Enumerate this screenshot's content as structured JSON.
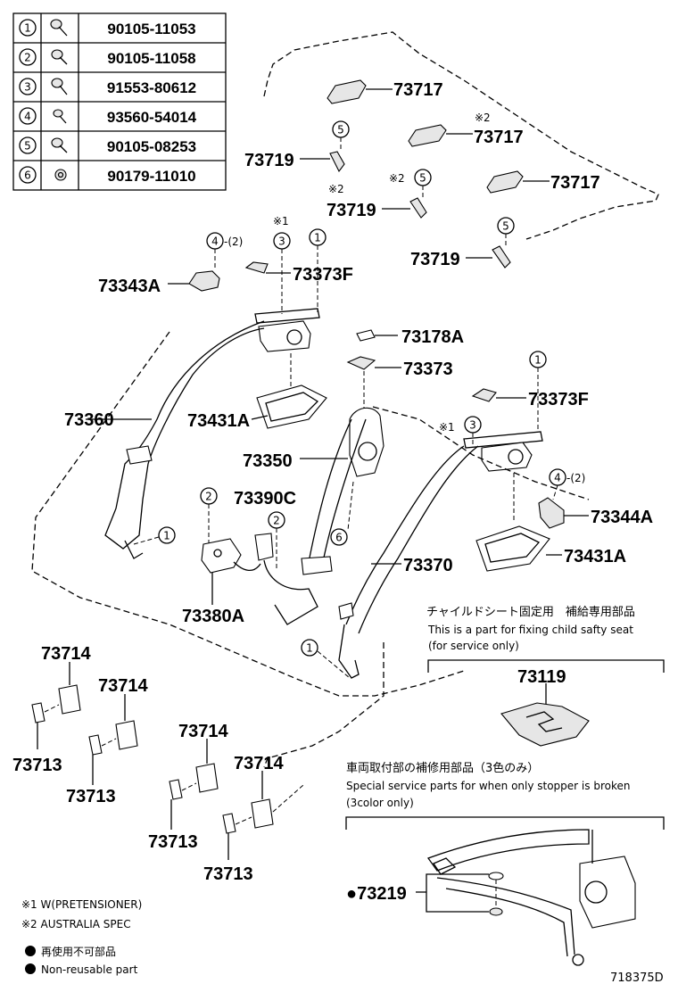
{
  "fastener_table": [
    {
      "num": "1",
      "part": "90105-11053"
    },
    {
      "num": "2",
      "part": "90105-11058"
    },
    {
      "num": "3",
      "part": "91553-80612"
    },
    {
      "num": "4",
      "part": "93560-54014"
    },
    {
      "num": "5",
      "part": "90105-08253"
    },
    {
      "num": "6",
      "part": "90179-11010"
    }
  ],
  "callouts": {
    "c73717a": "73717",
    "c73717b": "73717",
    "c73717c": "73717",
    "c73719a": "73719",
    "c73719b": "73719",
    "c73719c": "73719",
    "c73343A": "73343A",
    "c73373F_left": "73373F",
    "c73178A": "73178A",
    "c73373": "73373",
    "c73373F_right": "73373F",
    "c73360": "73360",
    "c73431A_left": "73431A",
    "c73350": "73350",
    "c73390C": "73390C",
    "c73344A": "73344A",
    "c73431A_right": "73431A",
    "c73370": "73370",
    "c73380A": "73380A",
    "c73714a": "73714",
    "c73714b": "73714",
    "c73714c": "73714",
    "c73714d": "73714",
    "c73713a": "73713",
    "c73713b": "73713",
    "c73713c": "73713",
    "c73713d": "73713",
    "c73119": "73119",
    "c73219": "●73219"
  },
  "circle_nums": {
    "n5a": "5",
    "n5b": "5",
    "n5c": "5",
    "n4a": "4",
    "n3a": "3",
    "n1a": "1",
    "n1b": "1",
    "n3b": "3",
    "n4b": "4",
    "n2a": "2",
    "n2b": "2",
    "n1c": "1",
    "n6": "6",
    "n1d": "1"
  },
  "marks": {
    "m2a": "※2",
    "m2b": "※2",
    "m2c": "※2",
    "m1a": "※1",
    "m1b": "※1",
    "q4a": "-(2)",
    "q4b": "-(2)"
  },
  "notes": {
    "child_seat_jp": "チャイルドシート固定用　補給専用部品",
    "child_seat_en1": "This is a part for fixing child safty seat",
    "child_seat_en2": "(for service only)",
    "stopper_jp": "車両取付部の補修用部品（3色のみ）",
    "stopper_en1": "Special service parts for when only stopper is broken",
    "stopper_en2": "(3color only)"
  },
  "legend": {
    "l1": "※1 W(PRETENSIONER)",
    "l2": "※2 AUSTRALIA SPEC",
    "l3": "再使用不可部品",
    "l4": "Non-reusable part"
  },
  "diagram_id": "718375D"
}
